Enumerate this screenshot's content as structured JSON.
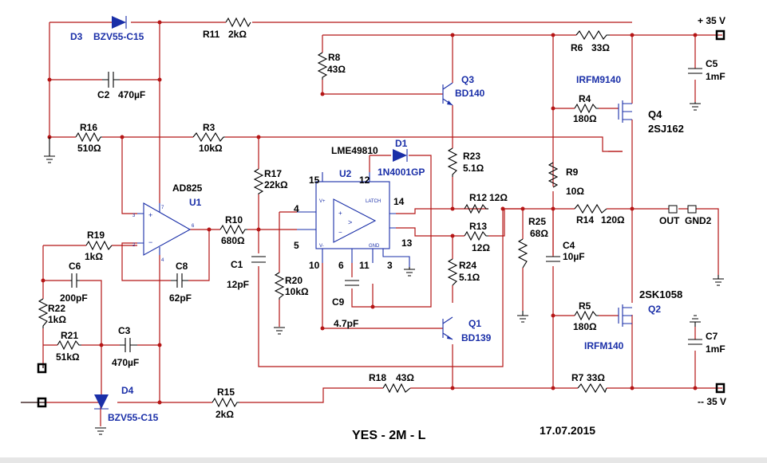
{
  "title": "YES - 2M - L",
  "date": "17.07.2015",
  "supply": {
    "pos": "+ 35 V",
    "neg": "-- 35 V"
  },
  "terminals": {
    "out": "OUT",
    "gnd": "GND2"
  },
  "ics": {
    "u1_type": "AD825",
    "u1_ref": "U1",
    "u2_type": "LME49810",
    "u2_ref": "U2",
    "u2_pins": {
      "p15": "15",
      "p12": "12",
      "p4": "4",
      "p5": "5",
      "p14": "14",
      "p13": "13",
      "p10": "10",
      "p6": "6",
      "p11": "11",
      "p3": "3"
    },
    "u2_inner": {
      "vplus": "V+",
      "vminus": "V-",
      "latch": "LATCH",
      "gnd": "GND",
      "sym": ">"
    }
  },
  "components": [
    {
      "ref": "D3",
      "value": "BZV55-C15"
    },
    {
      "ref": "D4",
      "value": "BZV55-C15"
    },
    {
      "ref": "D1",
      "value": "1N4001GP"
    },
    {
      "ref": "R11",
      "value": "2kΩ"
    },
    {
      "ref": "R15",
      "value": "2kΩ"
    },
    {
      "ref": "C2",
      "value": "470µF"
    },
    {
      "ref": "C3",
      "value": "470µF"
    },
    {
      "ref": "R16",
      "value": "510Ω"
    },
    {
      "ref": "R3",
      "value": "10kΩ"
    },
    {
      "ref": "R8",
      "value": "43Ω"
    },
    {
      "ref": "Q3",
      "value": "BD140"
    },
    {
      "ref": "Q1",
      "value": "BD139"
    },
    {
      "ref": "R6",
      "value": "33Ω"
    },
    {
      "ref": "R7",
      "value": "33Ω"
    },
    {
      "ref": "C5",
      "value": "1mF"
    },
    {
      "ref": "C7",
      "value": "1mF"
    },
    {
      "ref": "Q4",
      "value": "2SJ162",
      "model": "IRFM9140"
    },
    {
      "ref": "Q2",
      "value": "2SK1058",
      "model": "IRFM140"
    },
    {
      "ref": "R4",
      "value": "180Ω"
    },
    {
      "ref": "R5",
      "value": "180Ω"
    },
    {
      "ref": "R17",
      "value": "22kΩ"
    },
    {
      "ref": "R23",
      "value": "5.1Ω"
    },
    {
      "ref": "R24",
      "value": "5.1Ω"
    },
    {
      "ref": "R9",
      "value": "10Ω"
    },
    {
      "ref": "R12",
      "value": "12Ω"
    },
    {
      "ref": "R13",
      "value": "12Ω"
    },
    {
      "ref": "R14",
      "value": "120Ω"
    },
    {
      "ref": "R25",
      "value": "68Ω"
    },
    {
      "ref": "C4",
      "value": "10µF"
    },
    {
      "ref": "R19",
      "value": "1kΩ"
    },
    {
      "ref": "R10",
      "value": "680Ω"
    },
    {
      "ref": "C6",
      "value": "200pF"
    },
    {
      "ref": "C8",
      "value": "62pF"
    },
    {
      "ref": "C1",
      "value": "12pF"
    },
    {
      "ref": "R20",
      "value": "10kΩ"
    },
    {
      "ref": "R22",
      "value": "1kΩ"
    },
    {
      "ref": "R21",
      "value": "51kΩ"
    },
    {
      "ref": "C9",
      "value": "4.7pF"
    },
    {
      "ref": "R18",
      "value": "43Ω"
    }
  ]
}
